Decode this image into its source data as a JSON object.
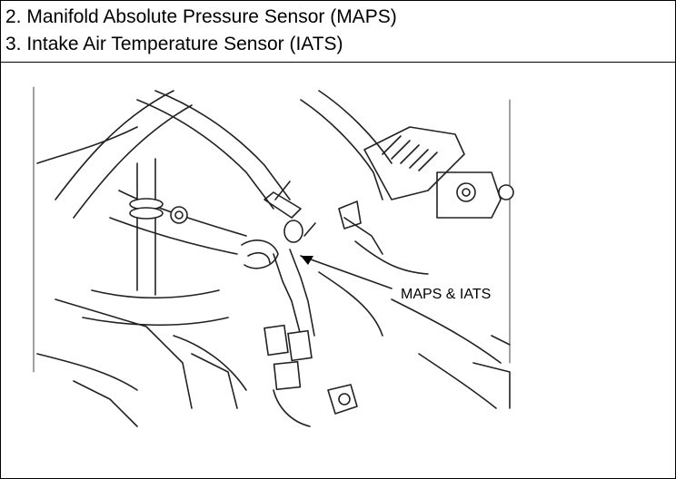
{
  "caption": {
    "line1": "2. Manifold Absolute Pressure Sensor (MAPS)",
    "line2": "3. Intake Air Temperature Sensor (IATS)"
  },
  "figure": {
    "callout_label": "MAPS & IATS"
  }
}
